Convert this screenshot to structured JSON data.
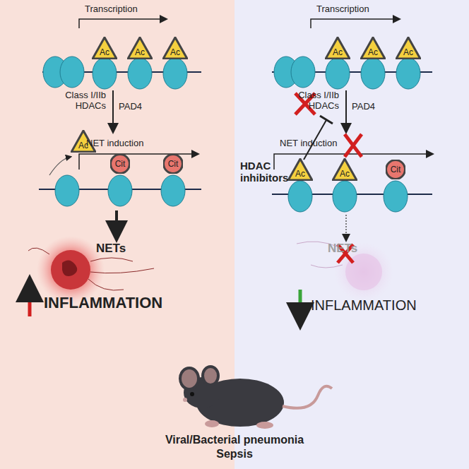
{
  "diagram": {
    "nodes": [
      {
        "text": [
          "Ac"
        ]
      },
      {
        "text": [
          "Ac"
        ]
      },
      {
        "text": [
          "Ac"
        ]
      },
      {
        "text": [
          "Ac"
        ]
      },
      {
        "text": [
          "Ac"
        ]
      },
      {
        "text": [
          "Ac"
        ]
      },
      {
        "text": [
          "Ac"
        ]
      },
      {
        "text": [
          "Cit"
        ]
      },
      {
        "text": [
          "Cit"
        ]
      },
      {
        "text": [
          "Ac"
        ]
      },
      {
        "text": [
          "Ac"
        ]
      },
      {
        "text": [
          "Cit"
        ]
      }
    ],
    "labels": [
      "Transcription",
      "Transcription",
      "Class I/IIb HDACs",
      "PAD4",
      "Class I/IIb HDACs",
      "PAD4",
      "HDAC inhibitors",
      "NET induction",
      "NET induction",
      "NETs",
      "NETs",
      "INFLAMMATION",
      "INFLAMMATION",
      "Viral/Bacterial pneumonia",
      "Sepsis"
    ]
  }
}
